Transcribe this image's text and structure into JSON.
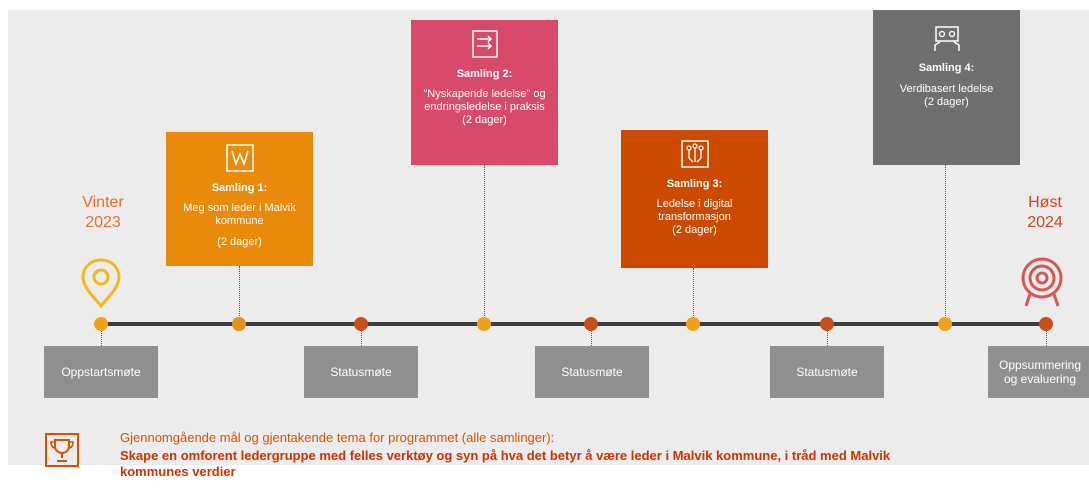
{
  "start": {
    "season": "Vinter",
    "year": "2023"
  },
  "end": {
    "season": "Høst",
    "year": "2024"
  },
  "colors": {
    "orange": "#e98a0b",
    "pink": "#d9496a",
    "red_orange": "#cc4a00",
    "grey_dark": "#6f6f6f",
    "timeline": "#3d3d3d",
    "dot_orange": "#f2a21a",
    "dot_red": "#c8501a"
  },
  "sessions": [
    {
      "title": "Samling 1:",
      "desc": "Meg som leder i Malvik kommune",
      "duration": "(2 dager)"
    },
    {
      "title": "Samling 2:",
      "desc": "\"Nyskapende ledelse\" og endringsledelse i praksis",
      "duration": "(2 dager)"
    },
    {
      "title": "Samling 3:",
      "desc": "Ledelse i digital transformasjon",
      "duration": "(2 dager)"
    },
    {
      "title": "Samling 4:",
      "desc": "Verdibasert ledelse",
      "duration": "(2 dager)"
    }
  ],
  "meetings": [
    {
      "label": "Oppstartsmøte"
    },
    {
      "label": "Statusmøte"
    },
    {
      "label": "Statusmøte"
    },
    {
      "label": "Statusmøte"
    },
    {
      "label": "Oppsummering og evaluering"
    }
  ],
  "footer": {
    "intro": "Gjennomgående mål og gjentakende tema for programmet (alle samlinger):",
    "goal": "Skape en omforent ledergruppe med felles verktøy og syn på hva det betyr å være leder i Malvik kommune, i tråd med Malvik kommunes verdier"
  }
}
